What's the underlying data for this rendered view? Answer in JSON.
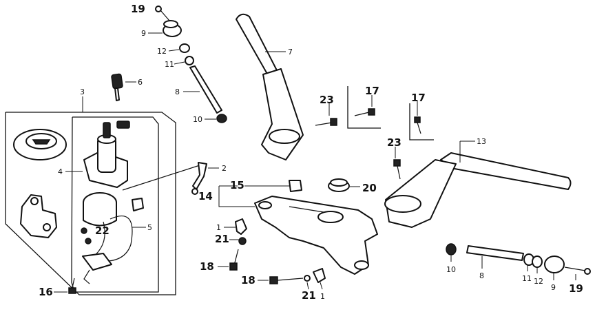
{
  "diagram": {
    "labels": {
      "l19_top": "19",
      "l9_top": "9",
      "l12_top": "12",
      "l11_top": "11",
      "l8_top": "8",
      "l10_top": "10",
      "l6": "6",
      "l3": "3",
      "l4": "4",
      "l5": "5",
      "l22": "22",
      "l16": "16",
      "l7": "7",
      "l23_a": "23",
      "l17_a": "17",
      "l17_b": "17",
      "l23_b": "23",
      "l13": "13",
      "l2": "2",
      "l14": "14",
      "l15": "15",
      "l20": "20",
      "l1_a": "1",
      "l21_a": "21",
      "l18_a": "18",
      "l18_b": "18",
      "l21_b": "21",
      "l1_b": "1",
      "l10_br": "10",
      "l8_br": "8",
      "l11_br": "11",
      "l12_br": "12",
      "l9_br": "9",
      "l19_br": "19"
    },
    "icons": [
      "ignition-switch",
      "key",
      "fuel-cap",
      "handlebar-left",
      "handlebar-right",
      "top-bridge",
      "bar-end-weight",
      "bolt",
      "nut",
      "wire-harness"
    ]
  }
}
